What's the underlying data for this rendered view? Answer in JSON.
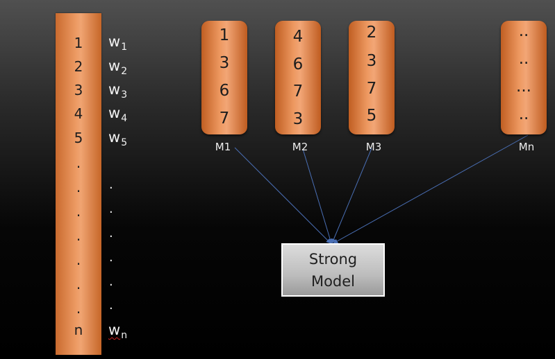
{
  "sample_column": {
    "items": [
      "1",
      "2",
      "3",
      "4",
      "5",
      ".",
      ".",
      ".",
      ".",
      ".",
      ".",
      ".",
      "n"
    ]
  },
  "weights": {
    "labels": [
      {
        "base": "w",
        "sub": "1"
      },
      {
        "base": "w",
        "sub": "2"
      },
      {
        "base": "w",
        "sub": "3"
      },
      {
        "base": "w",
        "sub": "4"
      },
      {
        "base": "w",
        "sub": "5"
      }
    ],
    "dots": [
      ".",
      ".",
      ".",
      ".",
      ".",
      "."
    ],
    "last": {
      "base": "w",
      "sub": "n"
    }
  },
  "models": [
    {
      "name": "M1",
      "values": [
        "1",
        "3",
        "6",
        "7"
      ]
    },
    {
      "name": "M2",
      "values": [
        "4",
        "6",
        "7",
        "3"
      ]
    },
    {
      "name": "M3",
      "values": [
        "2",
        "3",
        "7",
        "5"
      ]
    },
    {
      "name": "Mn",
      "values": [
        "..",
        "..",
        "...",
        ".."
      ]
    }
  ],
  "strong_model": {
    "line1": "Strong",
    "line2": "Model"
  },
  "colors": {
    "orange": "#ed9b64",
    "arrow": "#4a6fb5",
    "box_border": "#ffffff"
  }
}
